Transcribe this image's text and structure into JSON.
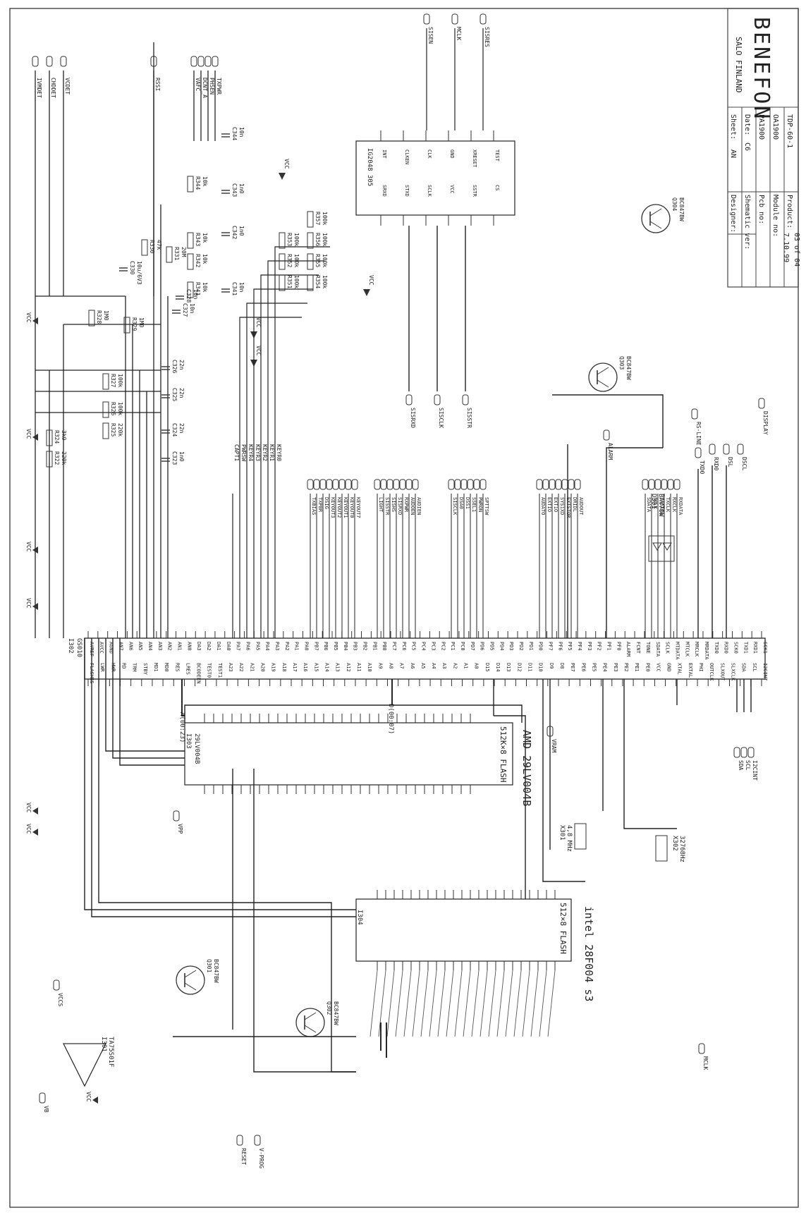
{
  "title_block": {
    "company": "BENEFON",
    "location": "SALO FINLAND",
    "rows": [
      {
        "label": "Product:",
        "value": "TDP-60-1"
      },
      {
        "label": "Module no:",
        "value": "OA1900"
      },
      {
        "label": "Pcb no:",
        "value": "PA1900"
      },
      {
        "label": "Shematic ver:",
        "value": "C6"
      },
      {
        "label": "Designer:",
        "value": "AN"
      }
    ],
    "date_label": "Date:",
    "date_value": "7.10.99",
    "sheet_label": "Sheet:",
    "sheet_value": "03 of 04"
  },
  "main_ic": {
    "ref": "I302",
    "part": "GS010",
    "left_pins": [
      "AVREF",
      "AVCC",
      "AGND",
      "AN7",
      "AN6",
      "AN5",
      "AN4",
      "AN3",
      "AN2",
      "AN1",
      "AN0",
      "DA3",
      "DA2",
      "DA1",
      "DA0",
      "PA7",
      "PA6",
      "PA5",
      "PA4",
      "PA3",
      "PA2",
      "PA1",
      "PA0",
      "PB7",
      "PB6",
      "PB5",
      "PB4",
      "PB3",
      "PB2",
      "PB1",
      "PB0",
      "PC7",
      "PC6",
      "PC5",
      "PC4",
      "PC3",
      "PC2",
      "PC1",
      "PC0",
      "PD7",
      "PD6",
      "PD5",
      "PD4",
      "PD3",
      "PD2",
      "PD1",
      "PD0",
      "PF7",
      "PF6",
      "PF5",
      "PF4",
      "PF3",
      "PF2",
      "PF1",
      "PF0",
      "ALARM",
      "FCNT",
      "TONE",
      "SDATA",
      "SCLK",
      "MTDATA",
      "MTCLK",
      "MRCLK",
      "MRDATA",
      "TXD0",
      "RXD0",
      "SCK0",
      "TXD1",
      "RXD1",
      "SCK1"
    ],
    "right_pins": [
      "FLASHES",
      "LWR",
      "HWR",
      "RD",
      "TRM",
      "STBY",
      "MD1",
      "MD0",
      "RES",
      "LRES",
      "BCODEEN",
      "TEST0",
      "TEST1",
      "A23",
      "A22",
      "A21",
      "A20",
      "A19",
      "A18",
      "A17",
      "A16",
      "A15",
      "A14",
      "A13",
      "A12",
      "A11",
      "A10",
      "A9",
      "A8",
      "A7",
      "A6",
      "A5",
      "A4",
      "A3",
      "A2",
      "A1",
      "A0",
      "D15",
      "D14",
      "D13",
      "D12",
      "D11",
      "D10",
      "D9",
      "D8",
      "PE7",
      "PE6",
      "PE5",
      "PE4",
      "PE3",
      "PE2",
      "PE1",
      "PE0",
      "VCC",
      "GND",
      "XTAL",
      "EXTAL",
      "PHI",
      "OUTCLK",
      "SLXOUT",
      "SLXCLK",
      "SDA",
      "SCL",
      "I2CINT"
    ]
  },
  "flash_amd": {
    "ref": "I303",
    "part": "29LV004B",
    "caption": "AMD 29LV004B",
    "size": "512K×8 FLASH"
  },
  "flash_intel": {
    "ref": "I304",
    "caption": "intel 28F004 s3",
    "size": "512×8 FLASH"
  },
  "ic_i306": {
    "ref": "I306",
    "part": "IG2048 305",
    "left_pins": [
      "SRXD",
      "STXD",
      "SCLK",
      "VCC",
      "SSTR",
      "CS"
    ],
    "right_pins": [
      "INT",
      "CLKEN",
      "CLK",
      "GND",
      "XRESET",
      "TEST"
    ]
  },
  "comparator": {
    "ref": "I301",
    "part": "TA75S01F"
  },
  "transistors": [
    {
      "ref": "Q301",
      "part": "BC847BW"
    },
    {
      "ref": "Q302",
      "part": "BC847BW"
    },
    {
      "ref": "Q303",
      "part": "BC847BW"
    },
    {
      "ref": "Q304",
      "part": "BC847BW"
    }
  ],
  "diode": {
    "ref": "D301",
    "part": "BAV70W"
  },
  "crystals": [
    {
      "ref": "X301",
      "value": "4,8 MHz"
    },
    {
      "ref": "X302",
      "value": "32768Hz"
    }
  ],
  "resistors_top": [
    {
      "ref": "R322",
      "value": "220k"
    },
    {
      "ref": "R324",
      "value": "3k9"
    },
    {
      "ref": "R325",
      "value": "220k"
    },
    {
      "ref": "R326",
      "value": "100k"
    },
    {
      "ref": "R327",
      "value": "100k"
    },
    {
      "ref": "R329",
      "value": "1M0"
    },
    {
      "ref": "R328",
      "value": "1M0"
    },
    {
      "ref": "R330",
      "value": "47k"
    },
    {
      "ref": "R331",
      "value": "20M"
    },
    {
      "ref": "R341",
      "value": "10k"
    },
    {
      "ref": "R342",
      "value": "10k"
    },
    {
      "ref": "R343",
      "value": "10k"
    },
    {
      "ref": "R344",
      "value": "10k"
    },
    {
      "ref": "R351",
      "value": "100k"
    },
    {
      "ref": "R352",
      "value": "100k"
    },
    {
      "ref": "R353",
      "value": "100k"
    },
    {
      "ref": "R354",
      "value": "100k"
    },
    {
      "ref": "R355",
      "value": "100k"
    },
    {
      "ref": "R356",
      "value": "100k"
    },
    {
      "ref": "R357",
      "value": "100k"
    }
  ],
  "caps_top": [
    {
      "ref": "C323",
      "value": "1n0"
    },
    {
      "ref": "C324",
      "value": "22n"
    },
    {
      "ref": "C325",
      "value": "22n"
    },
    {
      "ref": "C326",
      "value": "22n"
    },
    {
      "ref": "C327",
      "value": "10n"
    },
    {
      "ref": "C328",
      "value": "10n"
    },
    {
      "ref": "C330",
      "value": "10u/6V3"
    },
    {
      "ref": "C341",
      "value": "10n"
    },
    {
      "ref": "C342",
      "value": "1n0"
    },
    {
      "ref": "C343",
      "value": "1n0"
    },
    {
      "ref": "C344",
      "value": "10n"
    }
  ],
  "vertical_signals": [
    "IVMDET",
    "CHDDET",
    "VCDET",
    "RSSI",
    "VAFC",
    "DCNT_A",
    "PHSEN",
    "TXPWR"
  ],
  "keypad_nets": [
    "CAPT1",
    "PWRSW",
    "KEYR4",
    "KEYR3",
    "KEYR2",
    "KEYR1",
    "KEYR0"
  ],
  "net_group_pb": [
    "TXBIAS",
    "TXPBR",
    "DSIG",
    "KEYOUT3",
    "KEYOUT2",
    "KEYOUT1",
    "KEYOUT0",
    "KEYOUT7"
  ],
  "net_group_pc": [
    "LIGHT",
    "SISSTR",
    "SISHS",
    "SISRXD",
    "RXPWR",
    "AUDOEN",
    "AUDIEN"
  ],
  "net_group_pd": [
    "SISCLK",
    "DSA0",
    "DSS1",
    "SSEL1",
    "PWRON",
    "SPTTSW"
  ],
  "net_group_pf": [
    "AUDATO",
    "EXTIO",
    "EXT1O",
    "SYS1XD",
    "EXTSTOR",
    "DRIDL",
    "AUDOUT"
  ],
  "net_group_mt": [
    "SDATA",
    "SCLK",
    "TXDATA",
    "TXCLK",
    "RXCLK",
    "RXDATA"
  ],
  "misc_nets": [
    "ALARM",
    "TXD0",
    "RXD0",
    "DSL",
    "DSCL",
    "RS-LINE",
    "DISPLAY",
    "SDA",
    "SCL",
    "I2CINT",
    "MCLK",
    "RESET",
    "V-PROG",
    "VPP",
    "VRAM",
    "VCCS",
    "VCC",
    "VB"
  ],
  "i306_nets": [
    "SISEN",
    "MCLK",
    "SISRES",
    "SISRXD",
    "SISCLK",
    "SISSTR"
  ],
  "bus_labels": [
    "A(00:23)",
    "D(00:07)"
  ]
}
